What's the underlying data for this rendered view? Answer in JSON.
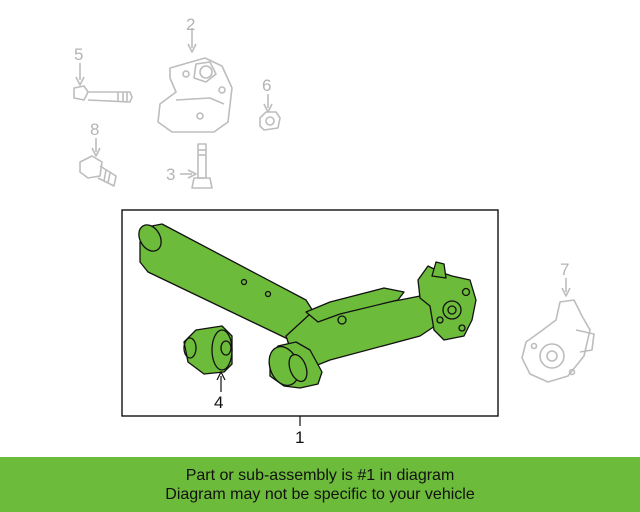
{
  "callouts": {
    "c1": "1",
    "c2": "2",
    "c3": "3",
    "c4": "4",
    "c5": "5",
    "c6": "6",
    "c7": "7",
    "c8": "8"
  },
  "banner": {
    "line1": "Part or sub-assembly is #1 in diagram",
    "line2": "Diagram may not be specific to your vehicle"
  },
  "colors": {
    "highlight": "#6dbb3a",
    "ghost_parts": "#bdbdbd",
    "outline": "#111111"
  }
}
